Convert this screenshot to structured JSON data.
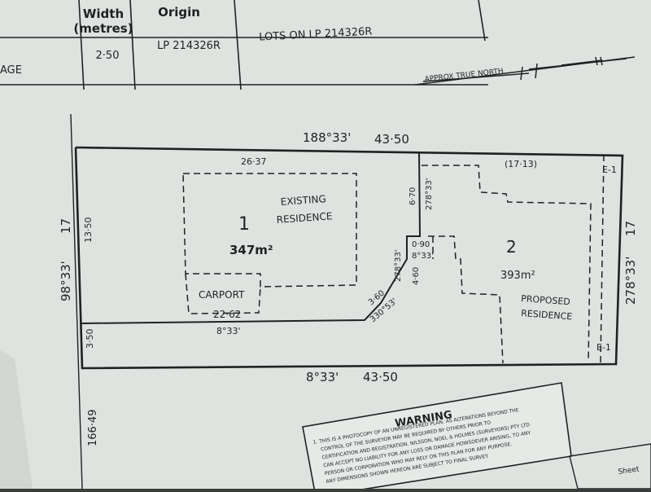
{
  "table": {
    "headers": {
      "width": "Width\n(metres)",
      "origin": "Origin"
    },
    "row": {
      "purpose": "AGE",
      "width": "2·50",
      "origin": "LP 214326R",
      "land": "LOTS ON LP 214326R"
    }
  },
  "north": {
    "label": "APPROX TRUE NORTH"
  },
  "boundary": {
    "top_bearing": "188°33'",
    "top_distance": "43·50",
    "bottom_bearing": "8°33'",
    "bottom_distance": "43·50",
    "left_bearing": "98°33'",
    "left_distance": "17",
    "right_bearing": "278°33'",
    "right_distance": "17",
    "left_ext": "166·49"
  },
  "lot1": {
    "number": "1",
    "area": "347m²",
    "label_line1": "EXISTING",
    "label_line2": "RESIDENCE",
    "carport": "CARPORT"
  },
  "lot2": {
    "number": "2",
    "area": "393m²",
    "label_line1": "PROPOSED",
    "label_line2": "RESIDENCE",
    "easement_top": "E-1",
    "easement_bottom": "E-1",
    "dim_top": "(17·13)"
  },
  "dims": {
    "top_inner": "26·37",
    "carport_bottom": "22·62",
    "bottom_inner_bearing": "8°33'",
    "left_upper": "13·50",
    "left_lower": "3·50",
    "div_length": "6·70",
    "div_bearing": "278°33'",
    "diag_length": "3·60",
    "diag_bearing": "330°53'",
    "notch_bearing": "278°33'",
    "notch_length": "4·60",
    "notch_top": "0·90",
    "notch_top_bearing": "8°33'"
  },
  "warning": {
    "title": "WARNING",
    "lines": [
      "1. THIS IS A PHOTOCOPY OF AN UNREGISTERED PLAN. AS ALTERATIONS BEYOND THE",
      "CONTROL OF THE SURVEYOR MAY BE REQUIRED BY OTHERS PRIOR TO",
      "CERTIFICATION AND REGISTRATION. NILSSON, NOEL & HOLMES (SURVEYORS) PTY LTD",
      "CAN ACCEPT NO LIABILITY FOR ANY LOSS OR DAMAGE HOWSOEVER ARISING, TO ANY",
      "PERSON OR CORPORATION WHO MAY RELY ON THIS PLAN FOR ANY PURPOSE.",
      "ANY DIMENSIONS SHOWN HEREON ARE SUBJECT TO FINAL SURVEY."
    ],
    "sheet": "Sheet"
  }
}
